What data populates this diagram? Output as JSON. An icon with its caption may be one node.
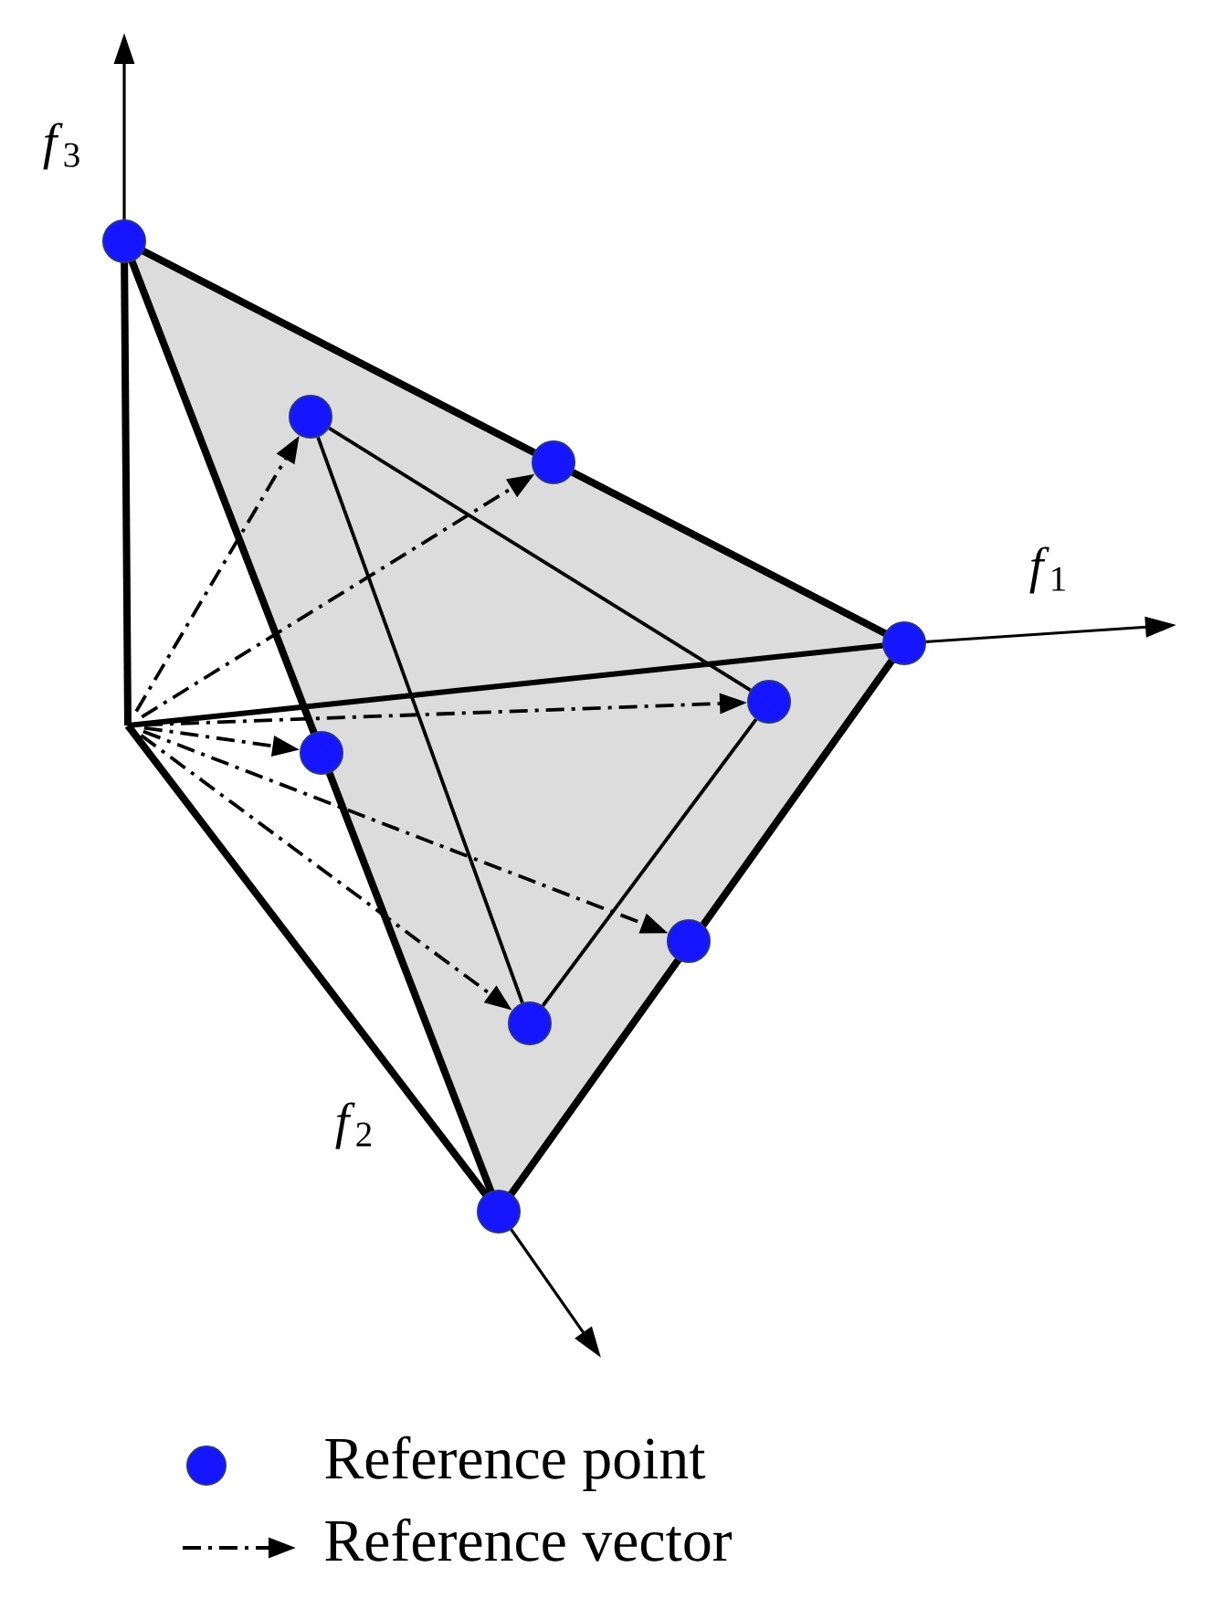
{
  "diagram": {
    "nodes": [
      {
        "text": [],
        "shape": "circle"
      },
      {
        "text": [],
        "shape": "circle"
      },
      {
        "text": [],
        "shape": "circle"
      },
      {
        "text": [],
        "shape": "circle"
      },
      {
        "text": [],
        "shape": "circle"
      },
      {
        "text": [],
        "shape": "circle"
      },
      {
        "text": [],
        "shape": "circle"
      },
      {
        "text": [],
        "shape": "circle"
      },
      {
        "text": [],
        "shape": "circle"
      }
    ],
    "edges": [
      {
        "from": null,
        "to": 1,
        "arrow": "to",
        "style": "dashed"
      },
      {
        "from": null,
        "to": 2,
        "arrow": "to",
        "style": "dashed"
      },
      {
        "from": null,
        "to": 4,
        "arrow": "to",
        "style": "dashed"
      },
      {
        "from": null,
        "to": 5,
        "arrow": "to",
        "style": "dashed"
      },
      {
        "from": null,
        "to": 6,
        "arrow": "to",
        "style": "dashed"
      },
      {
        "from": null,
        "to": 7,
        "arrow": "to",
        "style": "dashed"
      },
      {
        "from": 1,
        "to": 4,
        "arrow": "none"
      },
      {
        "from": 1,
        "to": 7,
        "arrow": "none"
      },
      {
        "from": 4,
        "to": 7,
        "arrow": "none"
      }
    ],
    "labels": [
      "*f*$_{3}$",
      "*f*$_{1}$",
      "*f*$_{2}$"
    ],
    "legend": [
      {
        "text": "Reference point",
        "color": "#1515ff"
      },
      {
        "text": "Reference vector"
      }
    ]
  }
}
